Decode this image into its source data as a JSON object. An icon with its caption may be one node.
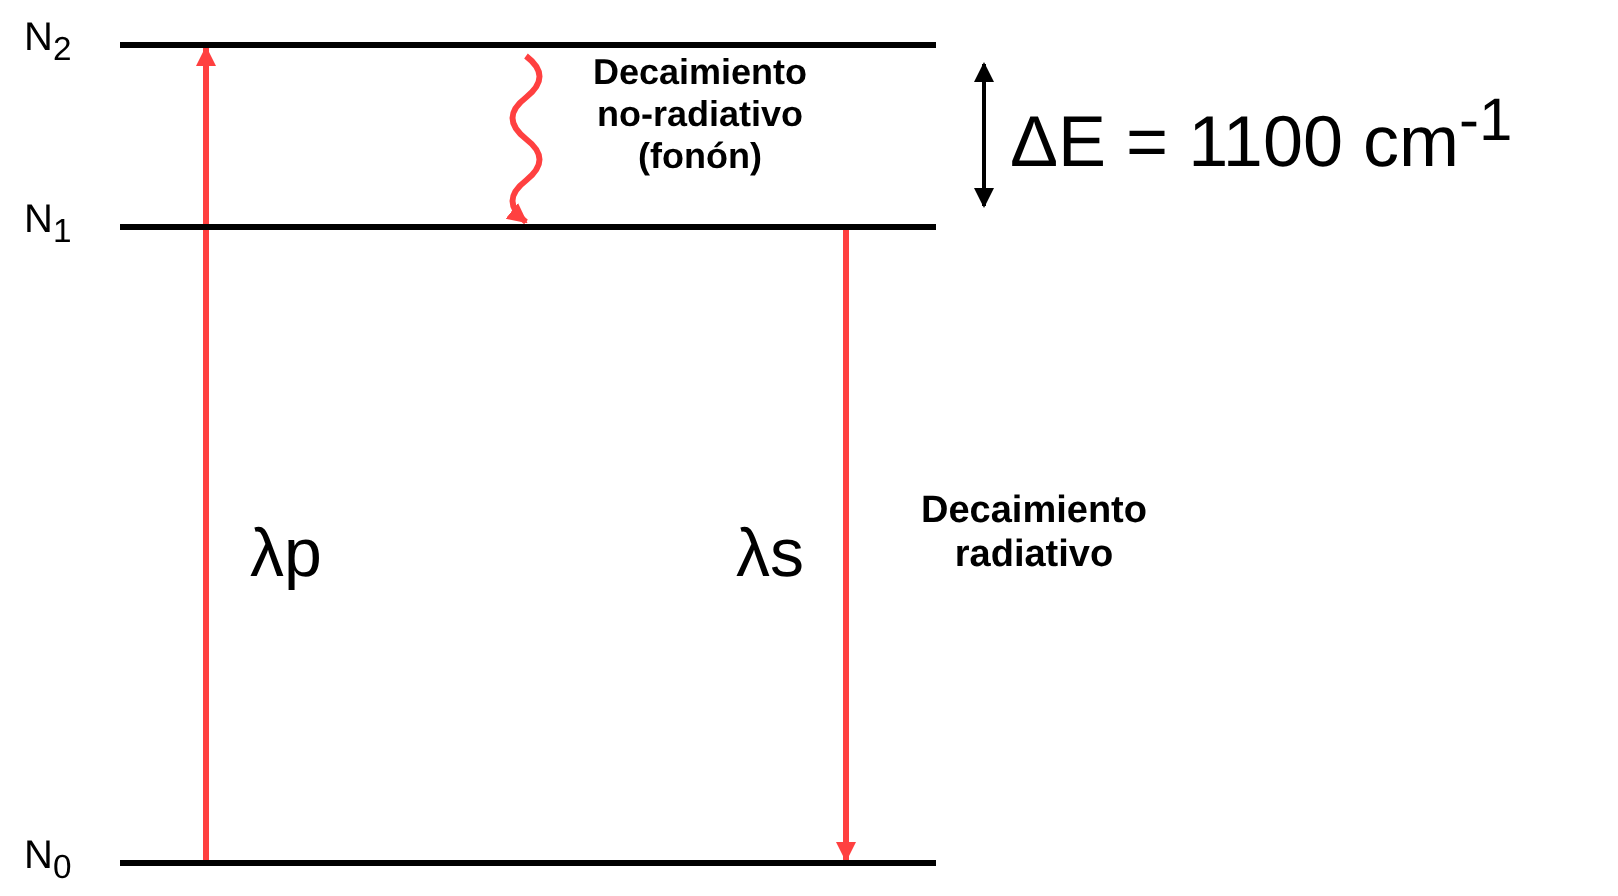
{
  "diagram": {
    "nodes": [
      {
        "text": [],
        "shape": "bar",
        "beside": [
          "N$_{2}$"
        ]
      },
      {
        "text": [],
        "shape": "bar",
        "beside": [
          "N$_{1}$"
        ]
      },
      {
        "text": [],
        "shape": "bar",
        "beside": [
          "N$_{0}$"
        ]
      }
    ],
    "edges": [
      {
        "from": 2,
        "to": 0,
        "arrow": "to",
        "label": "λp"
      },
      {
        "from": 0,
        "to": 1,
        "arrow": "to",
        "label": "Decaimiento no-radiativo (fonón)"
      },
      {
        "from": 1,
        "to": 2,
        "arrow": "to",
        "label": "λs"
      }
    ],
    "labels": [
      "ΔE = 1100 cm$^{-1}$",
      "Decaimiento radiativo"
    ]
  }
}
